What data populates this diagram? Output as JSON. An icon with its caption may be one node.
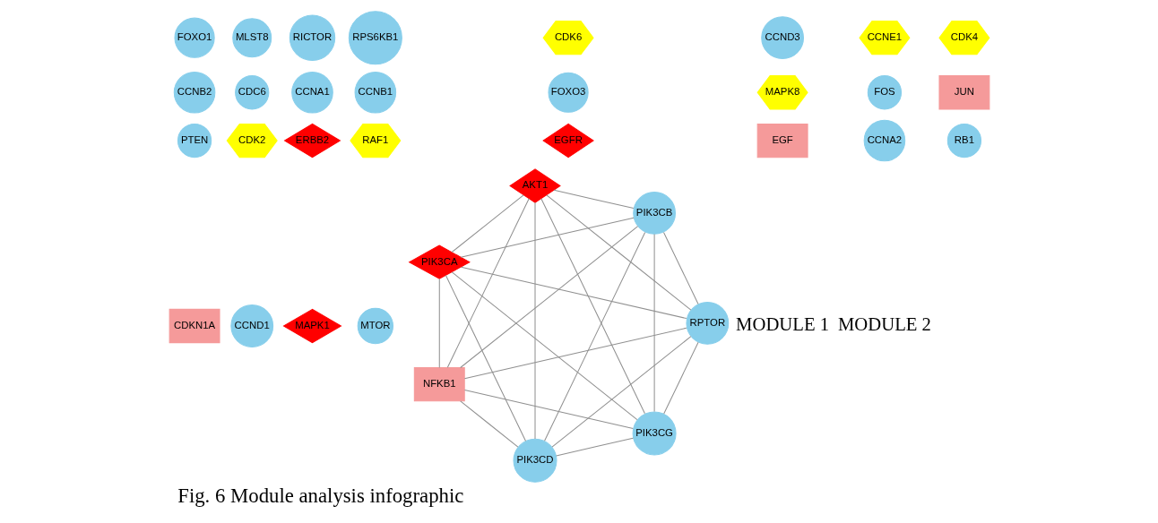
{
  "diagram": {
    "caption": "Fig. 6 Module analysis infographic",
    "nodes": [
      {
        "text": [
          "FOXO1"
        ]
      },
      {
        "text": [
          "MLST8"
        ]
      },
      {
        "text": [
          "RICTOR"
        ]
      },
      {
        "text": [
          "RPS6KB1"
        ]
      },
      {
        "text": [
          "CDK6"
        ]
      },
      {
        "text": [
          "CCND3"
        ]
      },
      {
        "text": [
          "CCNE1"
        ]
      },
      {
        "text": [
          "CDK4"
        ]
      },
      {
        "text": [
          "CCNB2"
        ]
      },
      {
        "text": [
          "CDC6"
        ]
      },
      {
        "text": [
          "CCNA1"
        ]
      },
      {
        "text": [
          "CCNB1"
        ]
      },
      {
        "text": [
          "FOXO3"
        ]
      },
      {
        "text": [
          "MAPK8"
        ]
      },
      {
        "text": [
          "FOS"
        ]
      },
      {
        "text": [
          "JUN"
        ]
      },
      {
        "text": [
          "PTEN"
        ]
      },
      {
        "text": [
          "CDK2"
        ]
      },
      {
        "text": [
          "ERBB2"
        ]
      },
      {
        "text": [
          "RAF1"
        ]
      },
      {
        "text": [
          "EGFR"
        ]
      },
      {
        "text": [
          "EGF"
        ]
      },
      {
        "text": [
          "CCNA2"
        ]
      },
      {
        "text": [
          "RB1"
        ]
      },
      {
        "text": [
          "CDKN1A"
        ]
      },
      {
        "text": [
          "CCND1"
        ]
      },
      {
        "text": [
          "MAPK1"
        ]
      },
      {
        "text": [
          "MTOR"
        ]
      },
      {
        "text": [
          "PIK3CG"
        ]
      },
      {
        "text": [
          "RPTOR"
        ]
      },
      {
        "text": [
          "NFKB1"
        ]
      },
      {
        "text": [
          "PIK3CA"
        ]
      },
      {
        "text": [
          "AKT1"
        ]
      },
      {
        "text": [
          "PIK3CB"
        ]
      },
      {
        "text": [
          "PIK3CD"
        ]
      }
    ],
    "edges": [
      {
        "from": 28,
        "to": 29,
        "arrow": "none"
      },
      {
        "from": 28,
        "to": 30,
        "arrow": "none"
      },
      {
        "from": 28,
        "to": 31,
        "arrow": "none"
      },
      {
        "from": 28,
        "to": 32,
        "arrow": "none"
      },
      {
        "from": 28,
        "to": 33,
        "arrow": "none"
      },
      {
        "from": 28,
        "to": 34,
        "arrow": "none"
      },
      {
        "from": 29,
        "to": 30,
        "arrow": "none"
      },
      {
        "from": 29,
        "to": 31,
        "arrow": "none"
      },
      {
        "from": 29,
        "to": 32,
        "arrow": "none"
      },
      {
        "from": 29,
        "to": 33,
        "arrow": "none"
      },
      {
        "from": 29,
        "to": 34,
        "arrow": "none"
      },
      {
        "from": 30,
        "to": 31,
        "arrow": "none"
      },
      {
        "from": 30,
        "to": 32,
        "arrow": "none"
      },
      {
        "from": 30,
        "to": 33,
        "arrow": "none"
      },
      {
        "from": 30,
        "to": 34,
        "arrow": "none"
      },
      {
        "from": 31,
        "to": 32,
        "arrow": "none"
      },
      {
        "from": 31,
        "to": 33,
        "arrow": "none"
      },
      {
        "from": 31,
        "to": 34,
        "arrow": "none"
      },
      {
        "from": 32,
        "to": 33,
        "arrow": "none"
      },
      {
        "from": 32,
        "to": 34,
        "arrow": "none"
      },
      {
        "from": 33,
        "to": 34,
        "arrow": "none"
      }
    ],
    "labels": [
      "MODULE 1",
      "MODULE 2"
    ]
  }
}
